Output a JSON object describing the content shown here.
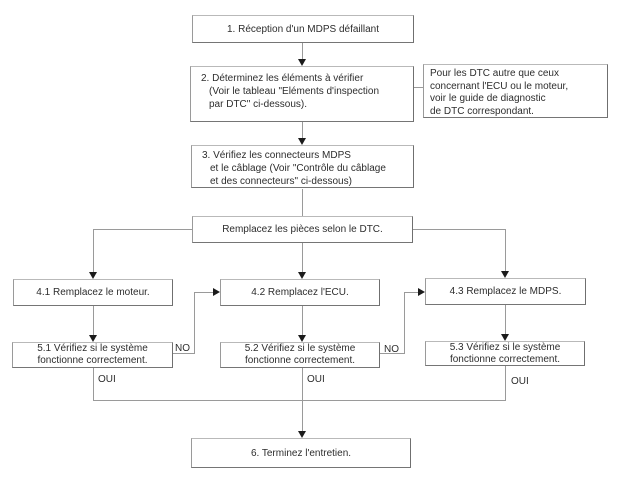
{
  "flowchart": {
    "nodes": {
      "step1": {
        "text": "1. Réception d'un MDPS défaillant"
      },
      "step2": {
        "lines": [
          "2. Déterminez les éléments à vérifier",
          "(Voir le tableau \"Eléments d'inspection",
          "par DTC\" ci-dessous)."
        ]
      },
      "note": {
        "lines": [
          "Pour les DTC autre que ceux",
          "concernant l'ECU ou le moteur,",
          "voir le guide de diagnostic",
          "de DTC correspondant."
        ]
      },
      "step3": {
        "lines": [
          "3. Vérifiez les connecteurs MDPS",
          "et le câblage (Voir \"Contrôle du câblage",
          "et des connecteurs\" ci-dessous)"
        ]
      },
      "step4": {
        "text": "Remplacez les pièces selon le DTC."
      },
      "step4_1": {
        "text": "4.1 Remplacez le moteur."
      },
      "step4_2": {
        "text": "4.2 Remplacez l'ECU."
      },
      "step4_3": {
        "text": "4.3 Remplacez le MDPS."
      },
      "step5_1": {
        "lines": [
          "5.1 Vérifiez si le système",
          "fonctionne correctement."
        ]
      },
      "step5_2": {
        "lines": [
          "5.2 Vérifiez si le système",
          "fonctionne correctement."
        ]
      },
      "step5_3": {
        "lines": [
          "5.3 Vérifiez si le système",
          "fonctionne correctement."
        ]
      },
      "step6": {
        "text": "6. Terminez l'entretien."
      }
    },
    "labels": {
      "no": "NO",
      "yes": "OUI"
    },
    "colors": {
      "background": "#ffffff",
      "box_border": "#8c8c8c",
      "connector_line": "#9a9a9a",
      "arrowhead": "#1b1b1b",
      "text": "#2d2d2d"
    }
  }
}
